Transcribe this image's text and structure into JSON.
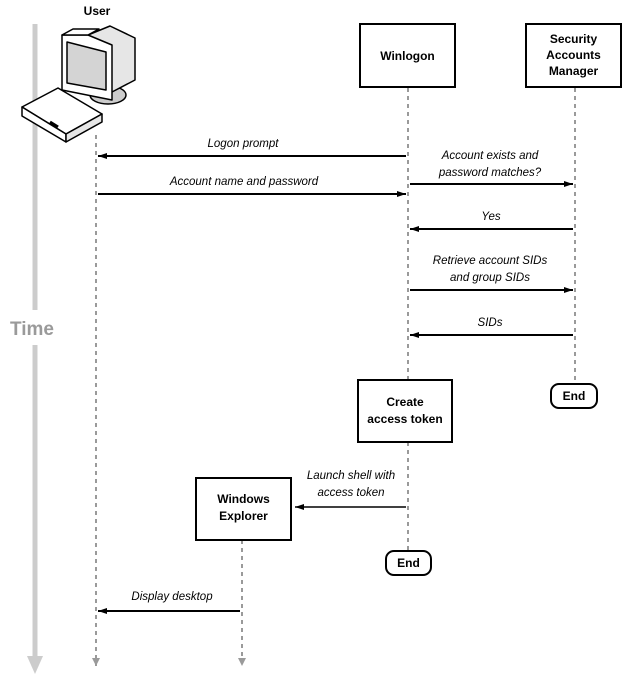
{
  "diagram": {
    "time_label": "Time",
    "actors": {
      "user": {
        "label": "User"
      },
      "winlogon": {
        "label": "Winlogon"
      },
      "sam": {
        "label_lines": [
          "Security",
          "Accounts",
          "Manager"
        ]
      },
      "explorer": {
        "label_lines": [
          "Windows",
          "Explorer"
        ]
      }
    },
    "process_box": {
      "label_lines": [
        "Create",
        "access token"
      ]
    },
    "end_labels": {
      "sam_end": "End",
      "winlogon_end": "End"
    },
    "messages": [
      {
        "id": "logon-prompt",
        "from": "Winlogon",
        "to": "User",
        "lines": [
          "Logon prompt"
        ]
      },
      {
        "id": "account-name-password",
        "from": "User",
        "to": "Winlogon",
        "lines": [
          "Account name and password"
        ]
      },
      {
        "id": "account-exists",
        "from": "Winlogon",
        "to": "Security Accounts Manager",
        "lines": [
          "Account exists and",
          "password matches?"
        ]
      },
      {
        "id": "yes",
        "from": "Security Accounts Manager",
        "to": "Winlogon",
        "lines": [
          "Yes"
        ]
      },
      {
        "id": "retrieve-sids",
        "from": "Winlogon",
        "to": "Security Accounts Manager",
        "lines": [
          "Retrieve account SIDs",
          "and group SIDs"
        ]
      },
      {
        "id": "sids",
        "from": "Security Accounts Manager",
        "to": "Winlogon",
        "lines": [
          "SIDs"
        ]
      },
      {
        "id": "launch-shell",
        "from": "Winlogon",
        "to": "Windows Explorer",
        "lines": [
          "Launch shell with",
          "access token"
        ]
      },
      {
        "id": "display-desktop",
        "from": "Windows Explorer",
        "to": "User",
        "lines": [
          "Display desktop"
        ]
      }
    ],
    "colors": {
      "line": "#000000",
      "lifeline": "#9a9a9a",
      "time_axis": "#cccccc"
    }
  }
}
